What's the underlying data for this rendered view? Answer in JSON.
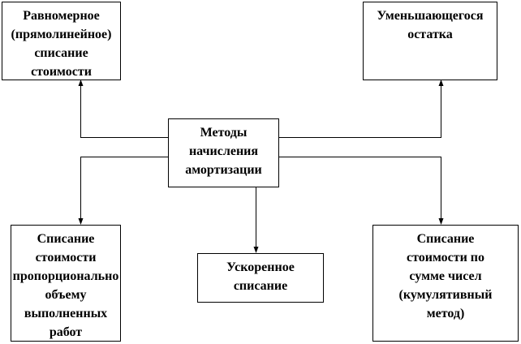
{
  "diagram": {
    "center": {
      "lines": [
        "Методы начисления",
        "амортизации"
      ]
    },
    "methods": [
      {
        "id": "straight-line",
        "lines": [
          "Равномерное",
          "(прямолинейное)",
          "списание",
          "стоимости"
        ]
      },
      {
        "id": "declining-balance",
        "lines": [
          "Уменьшающегося",
          "остатка"
        ]
      },
      {
        "id": "units-of-production",
        "lines": [
          "Списание",
          "стоимости",
          "пропорционально",
          "объему",
          "выполненных",
          "работ"
        ]
      },
      {
        "id": "accelerated",
        "lines": [
          "Ускоренное",
          "списание"
        ]
      },
      {
        "id": "sum-of-years-digits",
        "lines": [
          "Списание",
          "стоимости по",
          "сумме чисел",
          "(кумулятивный",
          "метод)"
        ]
      }
    ]
  }
}
